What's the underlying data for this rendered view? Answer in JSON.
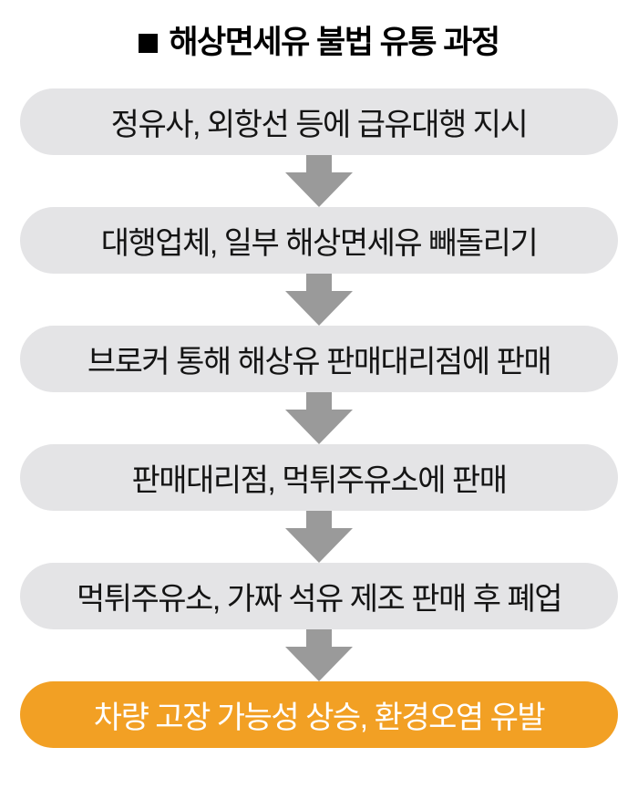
{
  "title": {
    "bullet": "■",
    "text": "해상면세유 불법 유통 과정"
  },
  "flow": {
    "steps": [
      {
        "label": "정유사, 외항선 등에 급유대행 지시",
        "type": "normal"
      },
      {
        "label": "대행업체, 일부 해상면세유 빼돌리기",
        "type": "normal"
      },
      {
        "label": "브로커 통해 해상유 판매대리점에 판매",
        "type": "normal"
      },
      {
        "label": "판매대리점, 먹튀주유소에 판매",
        "type": "normal"
      },
      {
        "label": "먹튀주유소, 가짜 석유 제조 판매 후 폐업",
        "type": "normal"
      },
      {
        "label": "차량 고장 가능성 상승, 환경오염 유발",
        "type": "highlight"
      }
    ]
  },
  "colors": {
    "box_bg": "#E4E4E6",
    "arrow": "#9A9A9A",
    "highlight_bg": "#F2A024",
    "text": "#141414",
    "highlight_text": "#FFFFFF",
    "title_text": "#000000"
  }
}
